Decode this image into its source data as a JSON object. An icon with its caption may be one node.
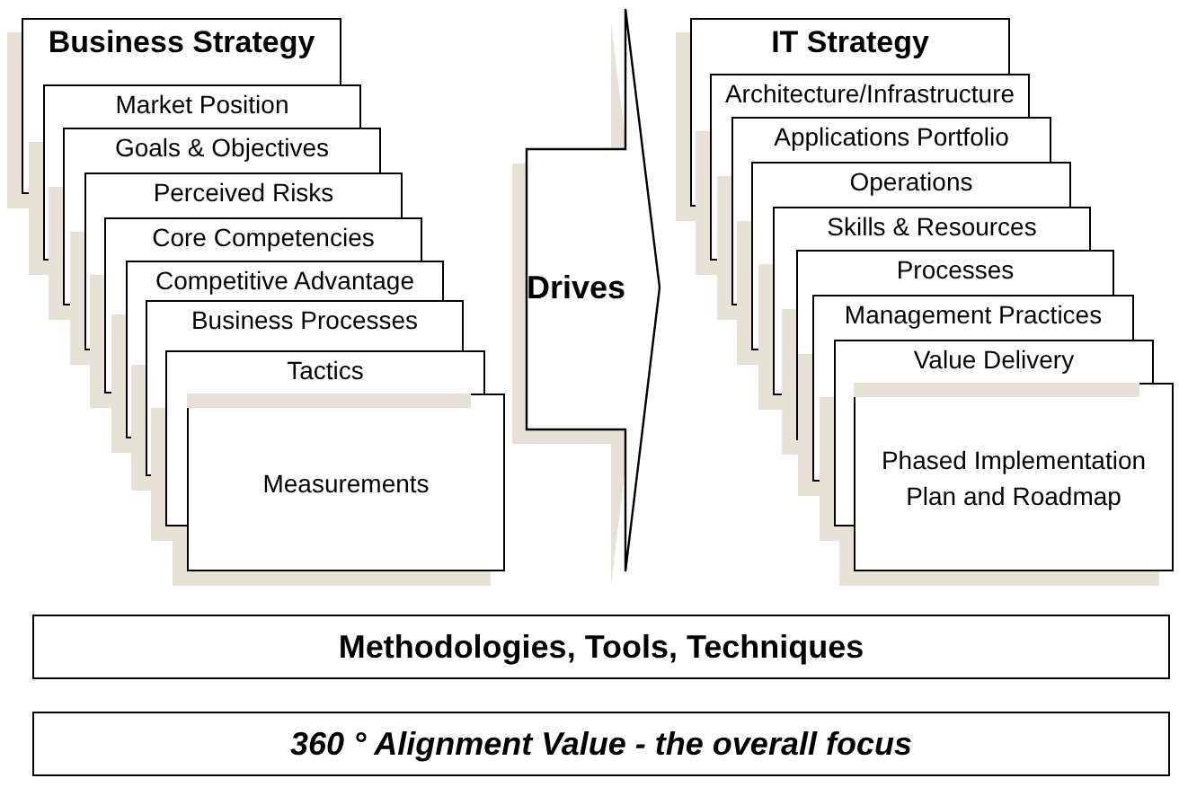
{
  "diagram": {
    "nodes": [
      {
        "text": [
          "Business Strategy"
        ]
      },
      {
        "text": [
          "Market Position"
        ]
      },
      {
        "text": [
          "Goals & Objectives"
        ]
      },
      {
        "text": [
          "Perceived Risks"
        ]
      },
      {
        "text": [
          "Core Competencies"
        ]
      },
      {
        "text": [
          "Competitive Advantage"
        ]
      },
      {
        "text": [
          "Business Processes"
        ]
      },
      {
        "text": [
          "Tactics"
        ]
      },
      {
        "text": [
          "Measurements"
        ]
      },
      {
        "text": [
          "Drives"
        ]
      },
      {
        "text": [
          "IT Strategy"
        ]
      },
      {
        "text": [
          "Architecture/Infrastructure"
        ]
      },
      {
        "text": [
          "Applications Portfolio"
        ]
      },
      {
        "text": [
          "Operations"
        ]
      },
      {
        "text": [
          "Skills & Resources"
        ]
      },
      {
        "text": [
          "Processes"
        ]
      },
      {
        "text": [
          "Management Practices"
        ]
      },
      {
        "text": [
          "Value Delivery"
        ]
      },
      {
        "text": [
          "Phased Implementation Plan and Roadmap"
        ]
      },
      {
        "text": [
          "Methodologies, Tools, Techniques"
        ]
      },
      {
        "text": [
          "360 ° Alignment Value - the overall focus"
        ]
      }
    ]
  }
}
